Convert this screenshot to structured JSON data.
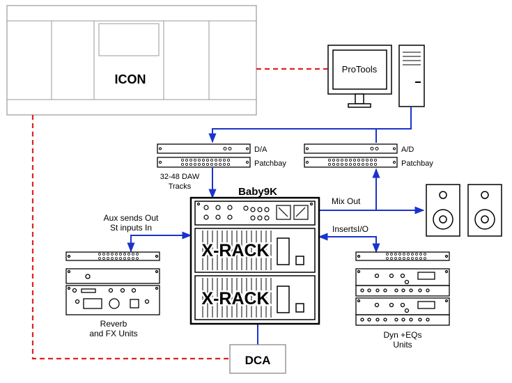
{
  "diagram": {
    "icon_console": {
      "label": "ICON"
    },
    "protools": {
      "label": "ProTools"
    },
    "da_converter": {
      "label": "D/A"
    },
    "ad_converter": {
      "label": "A/D"
    },
    "left_patchbay": {
      "label": "Patchbay"
    },
    "right_patchbay": {
      "label": "Patchbay"
    },
    "daw_tracks": {
      "line1": "32-48 DAW",
      "line2": "Tracks"
    },
    "baby9k": {
      "label": "Baby9K"
    },
    "xrack_top": {
      "label": "X-RACK"
    },
    "xrack_bottom": {
      "label": "X-RACK"
    },
    "mix_out": {
      "label": "Mix Out"
    },
    "aux": {
      "line1": "Aux sends Out",
      "line2": "St inputs In"
    },
    "inserts": {
      "label": "InsertsI/O"
    },
    "reverb": {
      "line1": "Reverb",
      "line2": "and FX Units"
    },
    "dyn": {
      "line1": "Dyn +EQs",
      "line2": "Units"
    },
    "dca": {
      "label": "DCA"
    }
  },
  "colors": {
    "digital_link": "#e02020",
    "audio_link": "#1a33cc",
    "equipment_outline": "#000000",
    "console_outline": "#888888"
  }
}
